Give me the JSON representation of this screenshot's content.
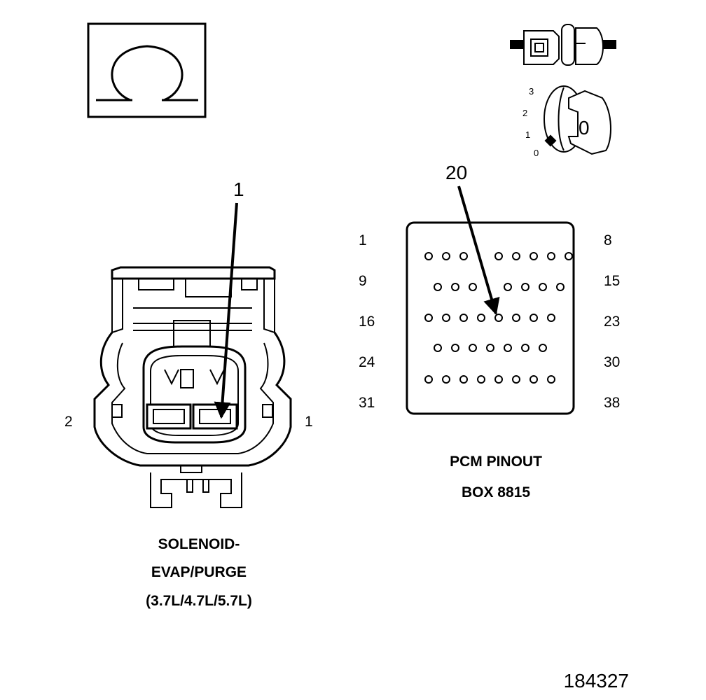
{
  "meter_symbol": {
    "icon": "ohm-symbol-icon"
  },
  "ignition": {
    "icon": "ignition-key-icon",
    "connector_icon": "connector-disconnect-icon",
    "positions": [
      "3",
      "2",
      "1",
      "0"
    ],
    "key_label": "0"
  },
  "solenoid_connector": {
    "callout": "1",
    "cavity_left": "2",
    "cavity_right": "1",
    "caption": [
      "SOLENOID-",
      "EVAP/PURGE",
      "(3.7L/4.7L/5.7L)"
    ]
  },
  "pcm": {
    "callout": "20",
    "callout_pin": 20,
    "row_labels_left": [
      "1",
      "9",
      "16",
      "24",
      "31"
    ],
    "row_labels_right": [
      "8",
      "15",
      "23",
      "30",
      "38"
    ],
    "rows": [
      {
        "start": 1,
        "count": 8
      },
      {
        "start": 9,
        "count": 7
      },
      {
        "start": 16,
        "count": 8
      },
      {
        "start": 24,
        "count": 7
      },
      {
        "start": 31,
        "count": 8
      }
    ],
    "caption": [
      "PCM PINOUT",
      "BOX 8815"
    ]
  },
  "figure_number": "184327"
}
